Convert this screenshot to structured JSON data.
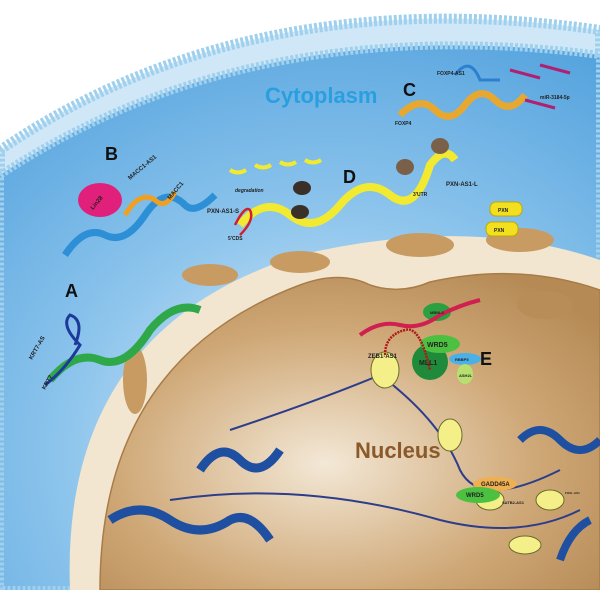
{
  "regions": {
    "cytoplasm": "Cytoplasm",
    "nucleus": "Nucleus"
  },
  "panels": {
    "a": "A",
    "b": "B",
    "c": "C",
    "d": "D",
    "e": "E"
  },
  "panel_a": {
    "krt7_as": "KRT7-AS",
    "krt7": "KRT7"
  },
  "panel_b": {
    "lin28": "Lin28",
    "macc1_as1": "MACC1-AS1",
    "macc1": "MACC1"
  },
  "panel_c": {
    "foxp4_as1": "FOXP4-AS1",
    "foxp4": "FOXP4",
    "mir": "miR-3184-5p"
  },
  "panel_d": {
    "pxn_as1_s": "PXN-AS1-S",
    "cds": "5'CDS",
    "degradation": "degradation",
    "pxn_as1_l": "PXN-AS1-L",
    "utr": "3'UTR",
    "pxn1": "PXN",
    "pxn2": "PXN"
  },
  "panel_e": {
    "zeb1_as1": "ZEB1-AS1",
    "wrd5": "WRD5",
    "mll1": "MLL1",
    "rbbp5": "RBBP5",
    "ash2l": "ASH2L",
    "mbnl": "MBNL3",
    "gadd45a": "GADD45A",
    "wrd5_b": "WRD5",
    "satb2_as1": "SATB2-AS1",
    "foxl_as1": "FOXL-AS1"
  },
  "colors": {
    "cytoplasm": "#6fb3e6",
    "nucleus": "#c9a06a",
    "membrane": "#9fd0ee",
    "label_blue": "#2a9fe0",
    "label_brown": "#8a5a2b"
  }
}
